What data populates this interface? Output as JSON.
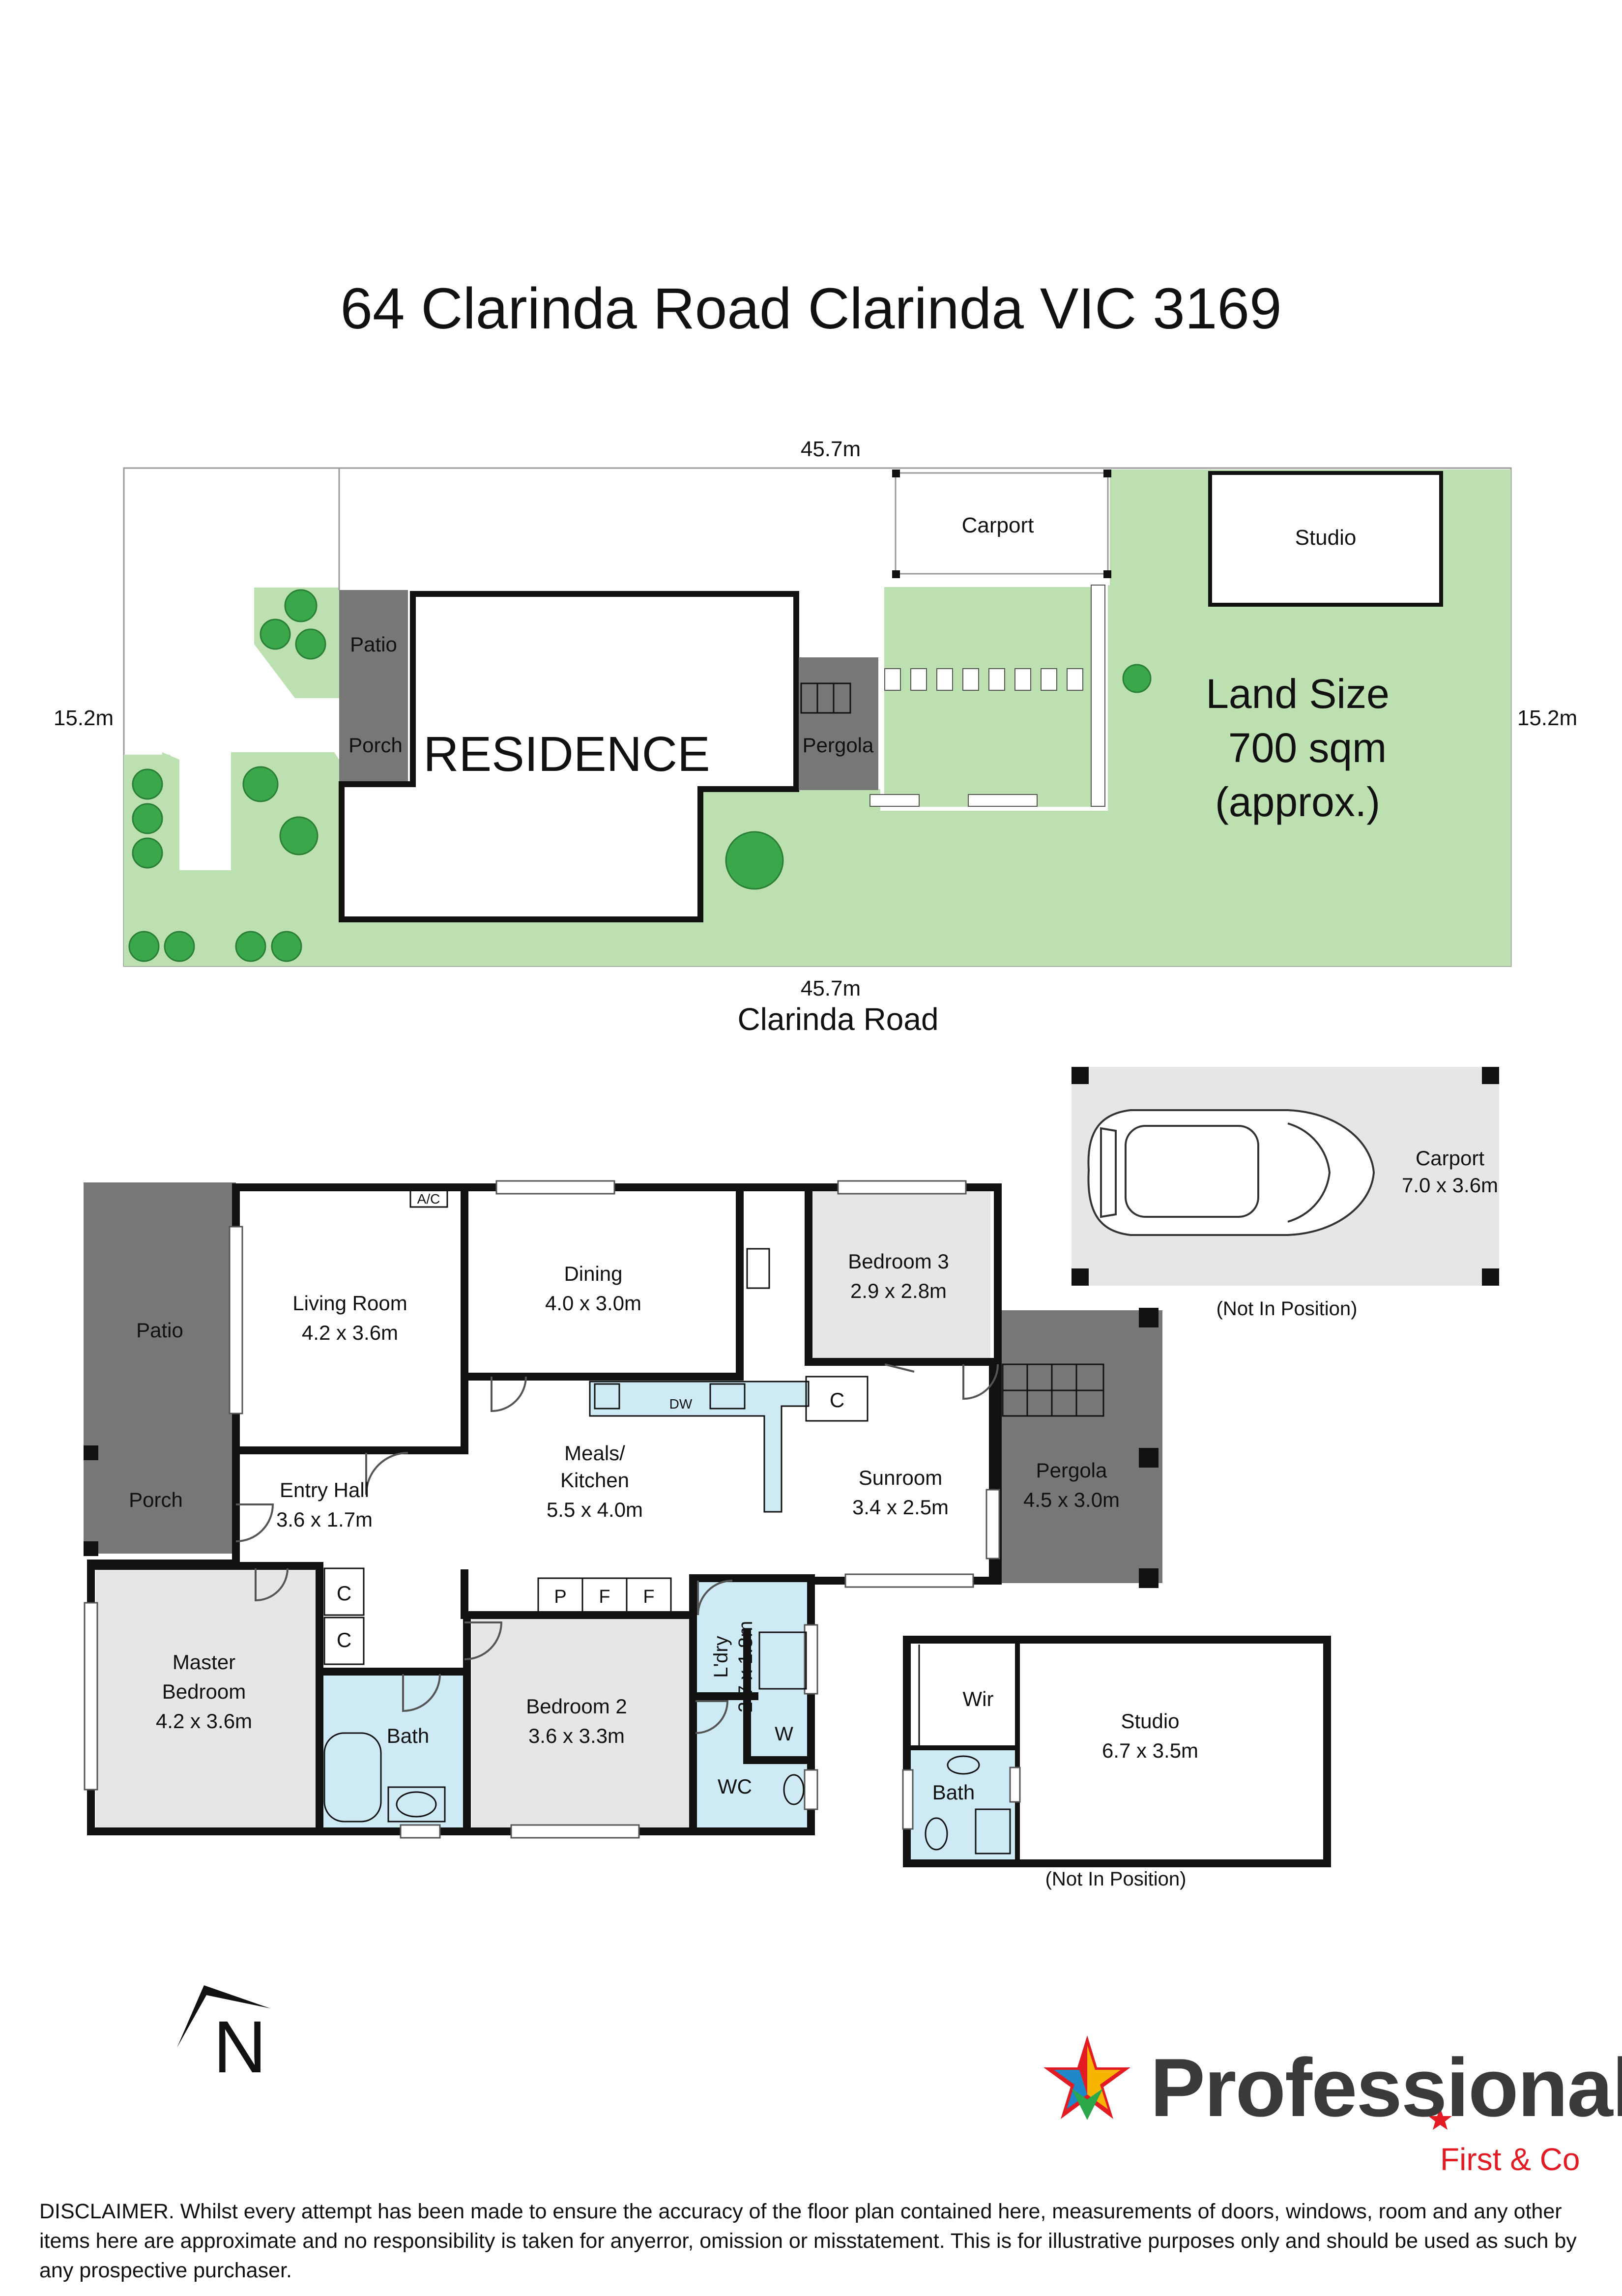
{
  "title": "64 Clarinda Road Clarinda VIC 3169",
  "site_plan": {
    "top_dimension": "45.7m",
    "bottom_dimension": "45.7m",
    "left_dimension": "15.2m",
    "right_dimension": "15.2m",
    "street": "Clarinda Road",
    "labels": {
      "carport": "Carport",
      "studio": "Studio",
      "patio": "Patio",
      "porch": "Porch",
      "residence": "RESIDENCE",
      "pergola": "Pergola"
    },
    "land_size": [
      "Land Size",
      "700 sqm",
      "(approx.)"
    ]
  },
  "floor_plan": {
    "rooms": {
      "patio": "Patio",
      "porch": "Porch",
      "living_name": "Living Room",
      "living_dim": "4.2 x 3.6m",
      "ac": "A/C",
      "dining_name": "Dining",
      "dining_dim": "4.0 x 3.0m",
      "bed3_name": "Bedroom 3",
      "bed3_dim": "2.9 x 2.8m",
      "entry_name": "Entry Hall",
      "entry_dim": "3.6 x 1.7m",
      "kitchen_name1": "Meals/",
      "kitchen_name2": "Kitchen",
      "kitchen_dim": "5.5 x 4.0m",
      "dw": "DW",
      "sunroom_name": "Sunroom",
      "sunroom_dim": "3.4 x 2.5m",
      "pergola_name": "Pergola",
      "pergola_dim": "4.5 x 3.0m",
      "master_name1": "Master",
      "master_name2": "Bedroom",
      "master_dim": "4.2 x 3.6m",
      "bath": "Bath",
      "bed2_name": "Bedroom 2",
      "bed2_dim": "3.6 x 3.3m",
      "laundry_name": "L'dry",
      "laundry_dim": "2.7 x 1.8m",
      "wc": "WC",
      "w": "W",
      "c": "C",
      "p": "P",
      "f": "F"
    },
    "carport": {
      "name": "Carport",
      "dim": "7.0 x 3.6m",
      "note": "(Not In Position)"
    },
    "studio": {
      "name": "Studio",
      "dim": "6.7 x 3.5m",
      "wir": "Wir",
      "bath": "Bath",
      "note": "(Not In Position)"
    },
    "compass": "N"
  },
  "brand": {
    "name": "Professionals",
    "sub": "First & Co"
  },
  "disclaimer": "DISCLAIMER. Whilst every attempt has been made to ensure the accuracy of the floor plan contained here, measurements of doors, windows, room and any other items here are approximate and no responsibility is taken for anyerror, omission or misstatement. This is for illustrative purposes only and should be used as such by any prospective purchaser.",
  "colors": {
    "lawn": "#bde0b0",
    "tree": "#3aa84a",
    "building": "#777777",
    "room_grey": "#e6e6e6",
    "wet_area": "#cdeaf5",
    "wall": "#111111",
    "brand_red": "#e31b23"
  }
}
